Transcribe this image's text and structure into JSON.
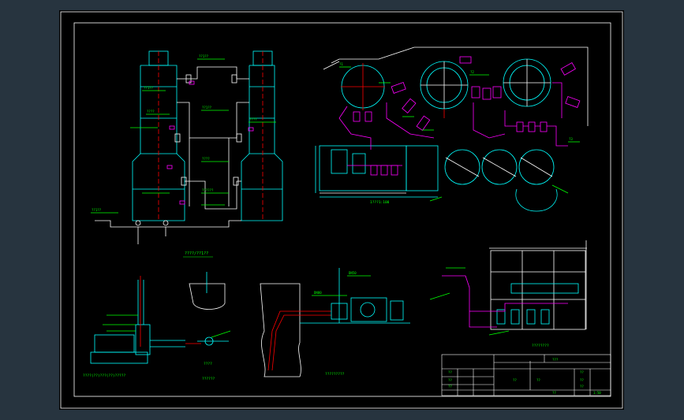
{
  "colors": {
    "outer_bg": "#27343f",
    "sheet_bg": "#000000",
    "cyan": "#00ffff",
    "green": "#00ff00",
    "magenta": "#ff00ff",
    "red": "#ff0000",
    "white": "#ffffff",
    "yellow": "#ffff00"
  },
  "labels": {
    "elevation_view_caption": "????/??1??",
    "plan_view_caption": "1???1:100",
    "pump_detail_caption": "????(??)???(??)?????",
    "nozzle_detail_caption": "??????",
    "inlet_detail_caption": "?????????",
    "pump_room_caption": "????????",
    "section_detail_caption": "????????",
    "small_detail_caption": "????",
    "pipe_tag_1": "??1??",
    "pipe_tag_2": "??1??",
    "pipe_tag_3": "????",
    "pipe_tag_4": "??1??",
    "pipe_tag_5": "????",
    "pipe_tag_6": "??????",
    "pipe_tag_7": "????",
    "pipe_tag_8": "??1??",
    "pipe_tag_9": "DN50",
    "pipe_tag_10": "DN80",
    "tank_tag_1": "?1",
    "tank_tag_2": "?2",
    "tank_tag_3": "?3"
  },
  "title_block": {
    "row1": [
      "??",
      "??",
      "??"
    ],
    "row2": [
      "??",
      "??"
    ],
    "row3": [
      "??",
      "??",
      "??"
    ],
    "sheet": "1:50",
    "drawing_no": "??",
    "scale_label": "???"
  }
}
